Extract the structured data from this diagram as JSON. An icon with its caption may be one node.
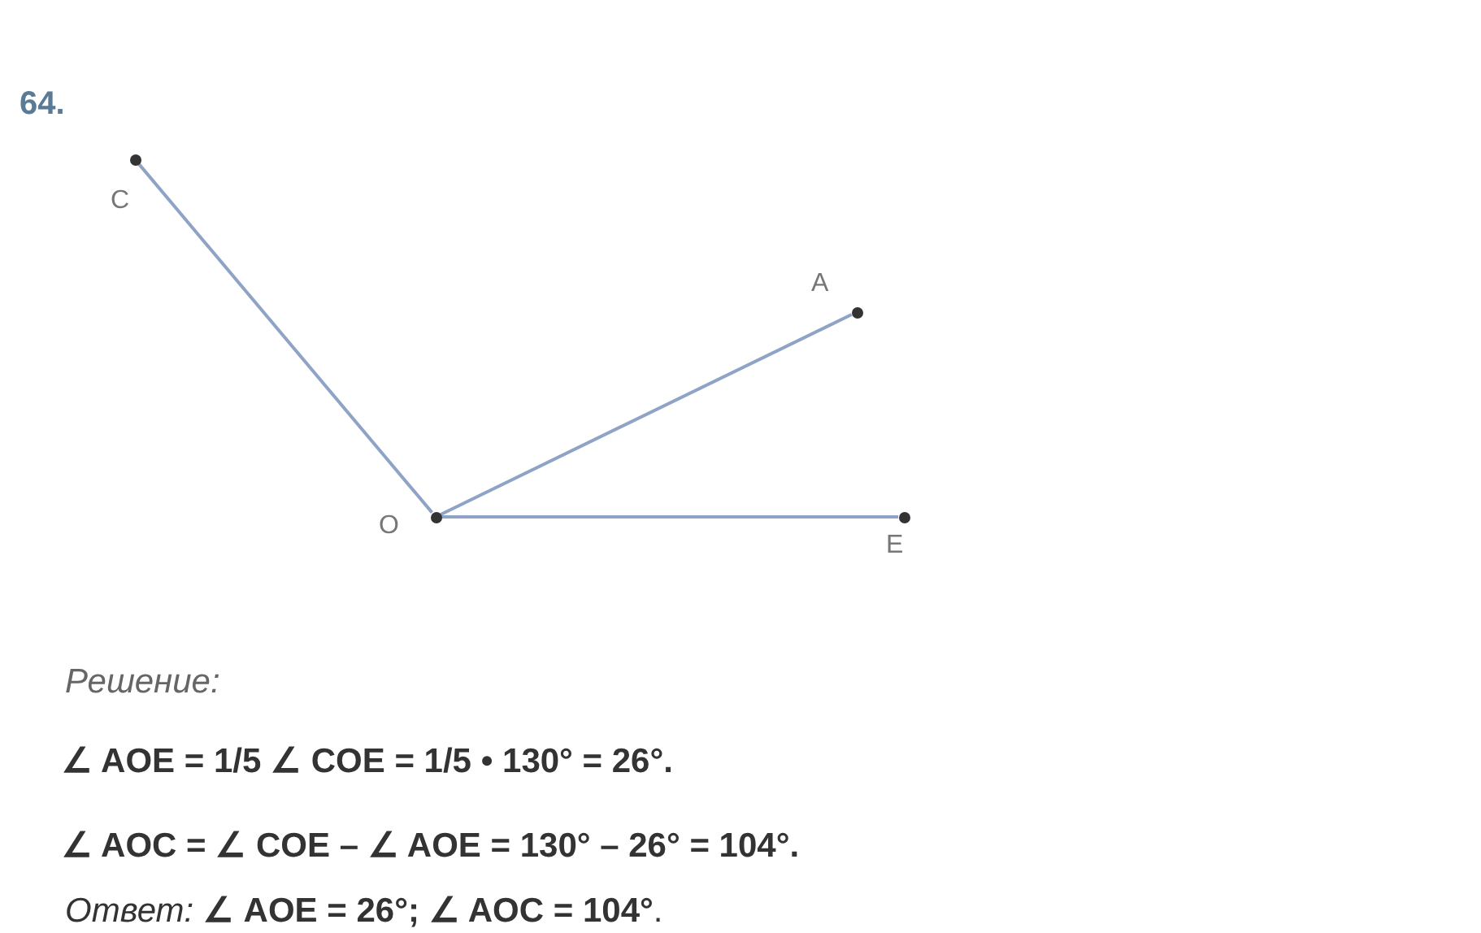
{
  "diagram": {
    "nodes": [
      {
        "text": [],
        "shape": "circle",
        "beside": [
          "C"
        ]
      },
      {
        "text": [],
        "shape": "circle",
        "beside": [
          "O"
        ]
      },
      {
        "text": [],
        "shape": "circle",
        "beside": [
          "A"
        ]
      },
      {
        "text": [],
        "shape": "circle",
        "beside": [
          "E"
        ]
      }
    ],
    "edges": [
      {
        "from": 1,
        "to": 0,
        "arrow": "none"
      },
      {
        "from": 1,
        "to": 2,
        "arrow": "none"
      },
      {
        "from": 1,
        "to": 3,
        "arrow": "none"
      }
    ],
    "labels": [
      "64.",
      "Решение:",
      "∠ AOE = 1/5 ∠ COE = 1/5 • 130° = 26°.",
      "∠ AOC = ∠ COE – ∠ AOE = 130° – 26° = 104°.",
      "*Ответ:* **∠ AOE = 26°; ∠ AOC = 104°**."
    ]
  }
}
